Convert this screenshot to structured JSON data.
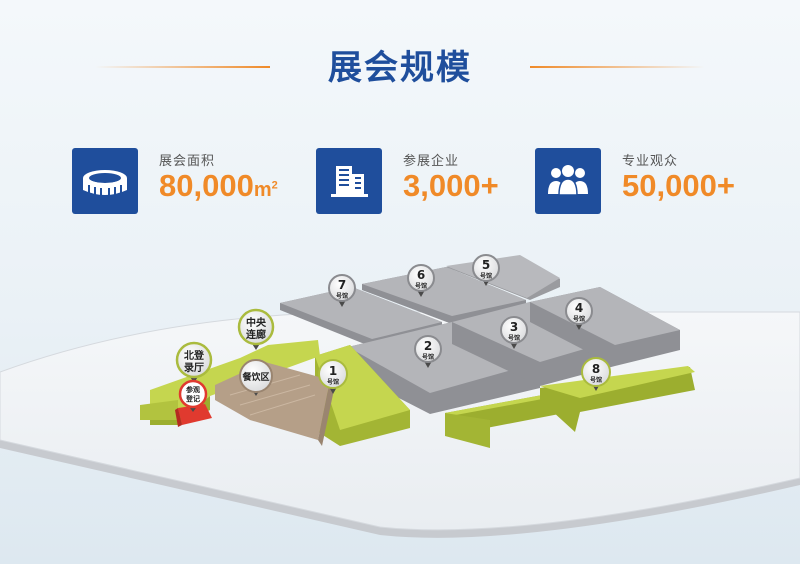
{
  "title": "展会规模",
  "stats": [
    {
      "label": "展会面积",
      "value": "80,000",
      "unit": "m",
      "unit_sup": "2",
      "icon": "stadium-icon"
    },
    {
      "label": "参展企业",
      "value": "3,000+",
      "icon": "building-icon"
    },
    {
      "label": "专业观众",
      "value": "50,000+",
      "icon": "audience-icon"
    }
  ],
  "colors": {
    "brand_blue": "#1f4e9c",
    "accent_orange": "#f08a28",
    "hall_green": "#c5d64f",
    "hall_gray": "#a8a9ad",
    "dining_tan": "#b59f88",
    "registration_red": "#e03a2f"
  },
  "map": {
    "halls": [
      {
        "num": "1",
        "sub": "号馆"
      },
      {
        "num": "2",
        "sub": "号馆"
      },
      {
        "num": "3",
        "sub": "号馆"
      },
      {
        "num": "4",
        "sub": "号馆"
      },
      {
        "num": "5",
        "sub": "号馆"
      },
      {
        "num": "6",
        "sub": "号馆"
      },
      {
        "num": "7",
        "sub": "号馆"
      },
      {
        "num": "8",
        "sub": "号馆"
      }
    ],
    "central_corridor": [
      "中央",
      "连廊"
    ],
    "north_lobby": [
      "北登",
      "录厅"
    ],
    "dining": "餐饮区",
    "registration": [
      "参观",
      "登记"
    ]
  }
}
